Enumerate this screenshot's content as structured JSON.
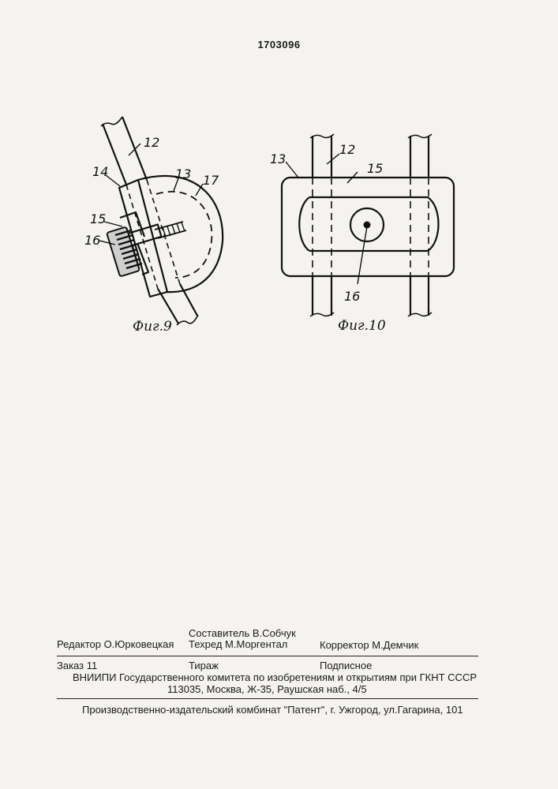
{
  "header": {
    "patent_number": "1703096"
  },
  "figure9": {
    "caption": "Фиг.9",
    "labels": {
      "rod": "12",
      "plate": "13",
      "block": "14",
      "bracket": "15",
      "knob": "16",
      "groove": "17"
    }
  },
  "figure10": {
    "caption": "Фиг.10",
    "labels": {
      "plate": "13",
      "rod": "12",
      "bracket": "15",
      "knob": "16"
    }
  },
  "imprint": {
    "composer": "Составитель В.Собчук",
    "editor": "Редактор О.Юрковецкая",
    "techred": "Техред М.Моргентал",
    "corrector": "Корректор М.Демчик",
    "order": "Заказ 11",
    "circulation": "Тираж",
    "subscription": "Подписное",
    "institute": "ВНИИПИ Государственного комитета по изобретениям и открытиям при ГКНТ СССР",
    "address": "113035, Москва, Ж-35, Раушская наб., 4/5",
    "publisher": "Производственно-издательский комбинат \"Патент\", г. Ужгород, ул.Гагарина, 101"
  }
}
